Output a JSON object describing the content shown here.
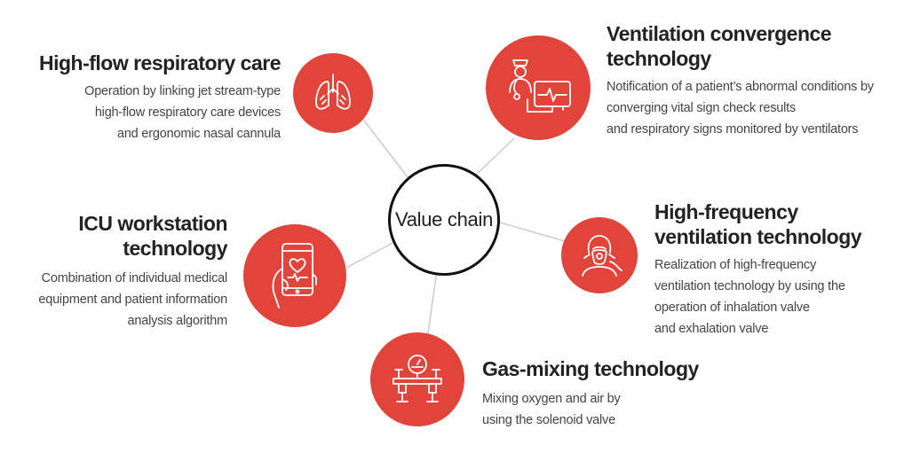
{
  "center": {
    "label": "Value chain"
  },
  "colors": {
    "accent": "#e0443b",
    "connector": "#cccccc",
    "hub_border": "#111111"
  },
  "items": [
    {
      "icon": "lungs-icon",
      "title": [
        "High-flow respiratory care"
      ],
      "description": [
        "Operation by linking jet stream-type",
        "high-flow respiratory care devices",
        "and ergonomic nasal cannula"
      ]
    },
    {
      "icon": "nurse-monitor-icon",
      "title": [
        "Ventilation convergence",
        "technology"
      ],
      "description": [
        "Notification of a patient’s abnormal conditions by",
        "converging vital sign check results",
        "and respiratory signs monitored by ventilators"
      ]
    },
    {
      "icon": "phone-heart-icon",
      "title": [
        "ICU workstation",
        "technology"
      ],
      "description": [
        "Combination of individual medical",
        "equipment and patient information",
        "analysis algorithm"
      ]
    },
    {
      "icon": "oxygen-mask-icon",
      "title": [
        "High-frequency",
        "ventilation technology"
      ],
      "description": [
        "Realization of high-frequency",
        "ventilation technology by using the",
        "operation of inhalation valve",
        "and exhalation valve"
      ]
    },
    {
      "icon": "gas-valve-icon",
      "title": [
        "Gas-mixing technology"
      ],
      "description": [
        "Mixing oxygen and air by",
        "using the solenoid valve"
      ]
    }
  ]
}
